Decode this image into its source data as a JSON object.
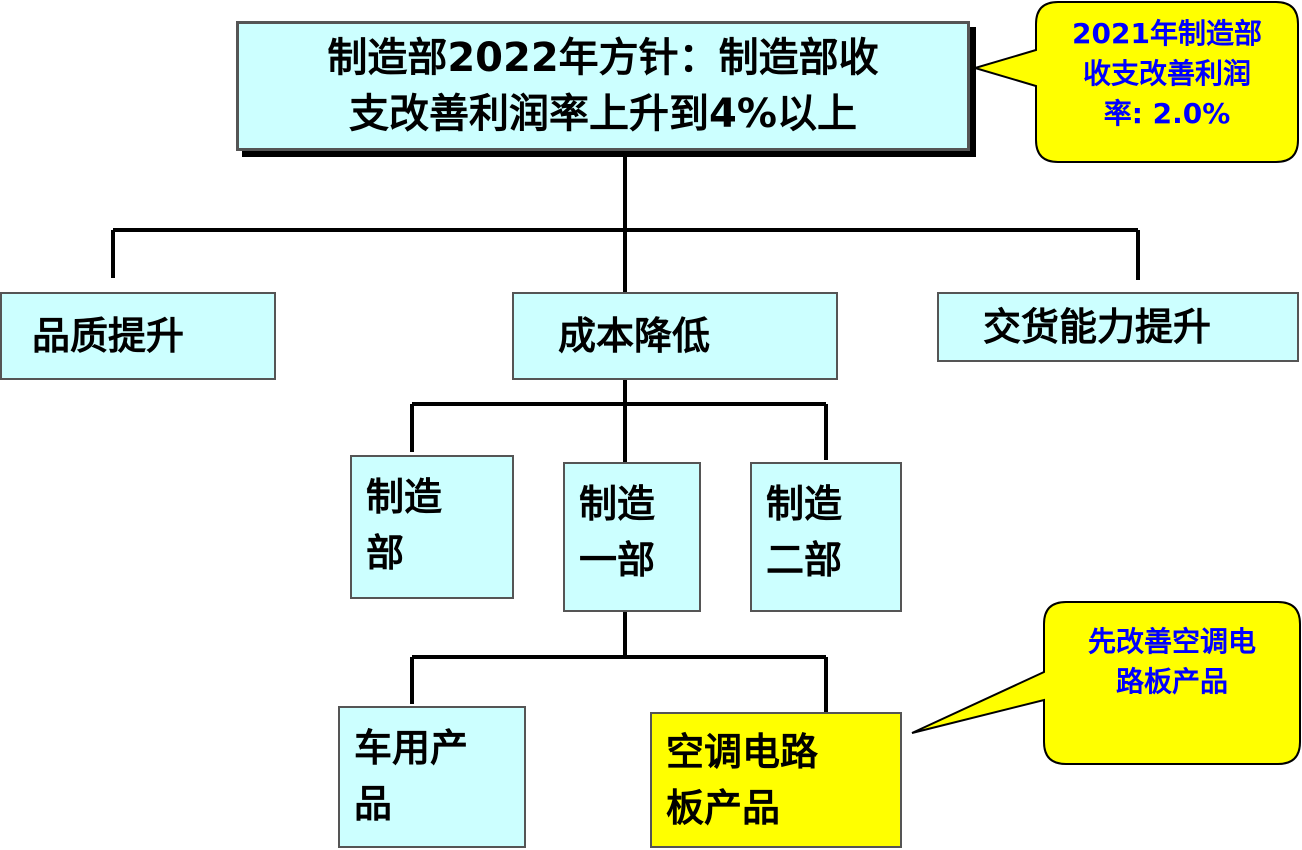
{
  "colors": {
    "node_fill": "#ccffff",
    "highlight_fill": "#ffff00",
    "callout_fill": "#ffff00",
    "callout_text": "#0000ff",
    "line": "#000000"
  },
  "root": {
    "line1": "制造部2022年方针：制造部收",
    "line2": "支改善利润率上升到4%以上"
  },
  "callout_top": {
    "line1": "2021年制造部",
    "line2": "收支改善利润",
    "line3": "率: 2.0%"
  },
  "level2": {
    "quality": "品质提升",
    "cost": "成本降低",
    "delivery": "交货能力提升"
  },
  "level3": {
    "mfg": {
      "line1": "制造",
      "line2": "部"
    },
    "mfg1": {
      "line1": "制造",
      "line2": "一部"
    },
    "mfg2": {
      "line1": "制造",
      "line2": "二部"
    }
  },
  "level4": {
    "auto": {
      "line1": "车用产",
      "line2": "品"
    },
    "ac": {
      "line1": "空调电路",
      "line2": "板产品"
    }
  },
  "callout_bottom": {
    "line1": "先改善空调电",
    "line2": "路板产品"
  }
}
